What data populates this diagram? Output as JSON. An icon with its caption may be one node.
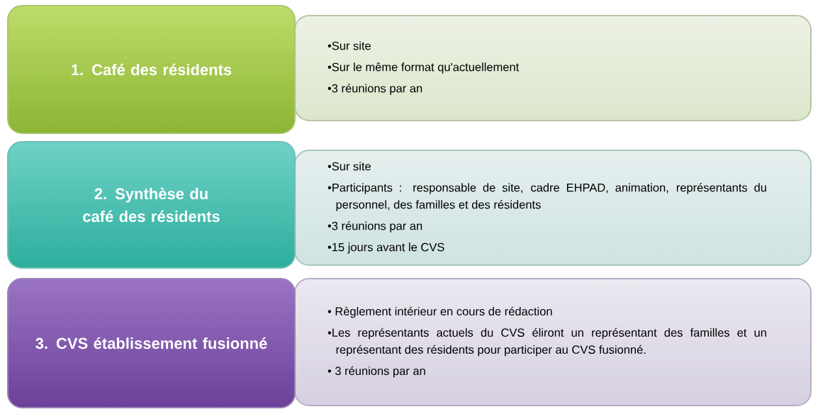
{
  "diagram": {
    "nodes": [
      {
        "text": [
          "1. Café des résidents"
        ]
      },
      {
        "text": [
          "•Sur site",
          "•Sur le même format qu'actuellement",
          "•3 réunions par an"
        ]
      },
      {
        "text": [
          "2. Synthèse du café des résidents"
        ]
      },
      {
        "text": [
          "•Sur site",
          "•Participants : responsable de site, cadre EHPAD, animation, représentants du personnel, des familles et des résidents",
          "•3 réunions par an",
          "•15 jours avant le CVS"
        ]
      },
      {
        "text": [
          "3. CVS établissement fusionné"
        ]
      },
      {
        "text": [
          "• Règlement intérieur en cours de rédaction",
          "•Les représentants actuels du CVS éliront un représentant des familles et un représentant des résidents pour participer au CVS fusionné.",
          "• 3 réunions par an"
        ]
      }
    ]
  }
}
